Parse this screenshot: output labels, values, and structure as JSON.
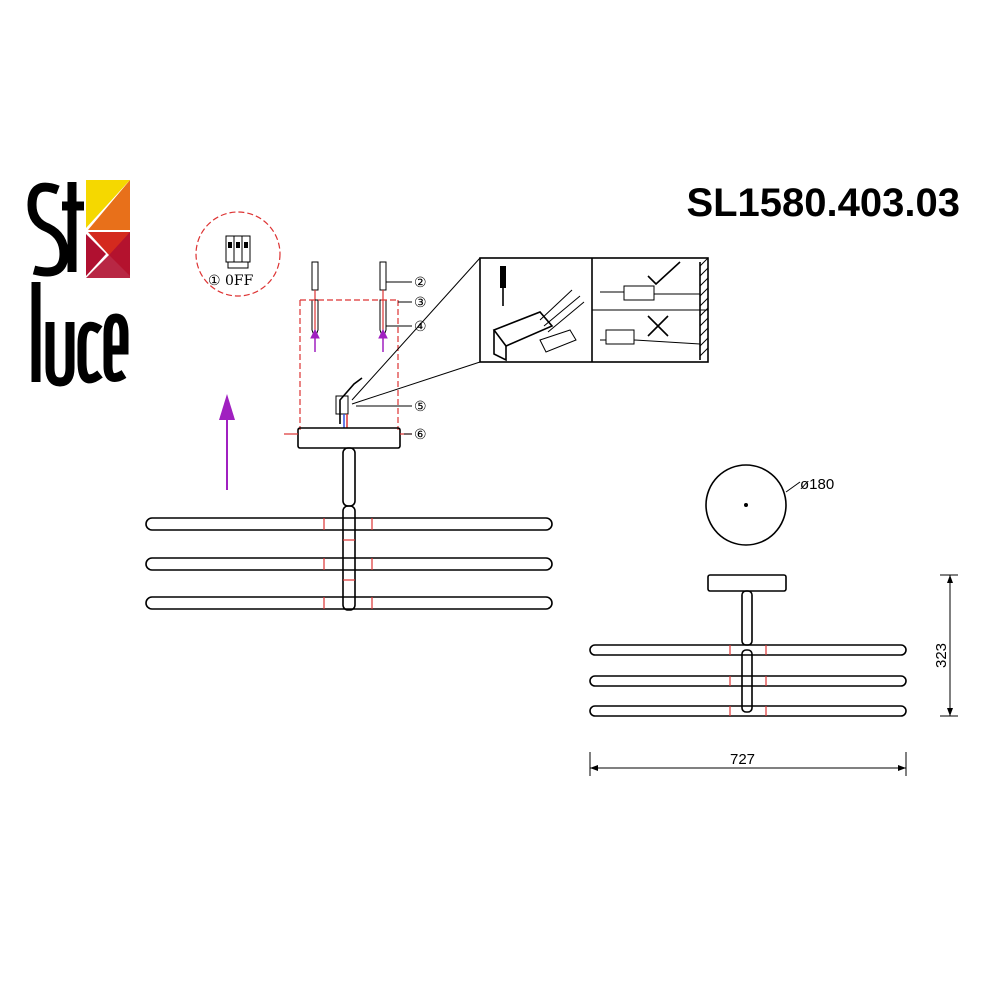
{
  "brand": {
    "logo_text_top": "st",
    "logo_text_bottom": "luce",
    "colors": {
      "yellow": "#f5d800",
      "orange": "#e8701a",
      "red": "#d42a1e",
      "crimson": "#b01030"
    }
  },
  "header": {
    "model_number": "SL1580.403.03"
  },
  "install": {
    "step1_label": "① 0FF",
    "callouts": [
      "②",
      "③",
      "④",
      "⑤",
      "⑥"
    ],
    "arrow_color": "#a020c0"
  },
  "dimensions": {
    "diameter_label": "ø180",
    "height_label": "323",
    "width_label": "727"
  }
}
